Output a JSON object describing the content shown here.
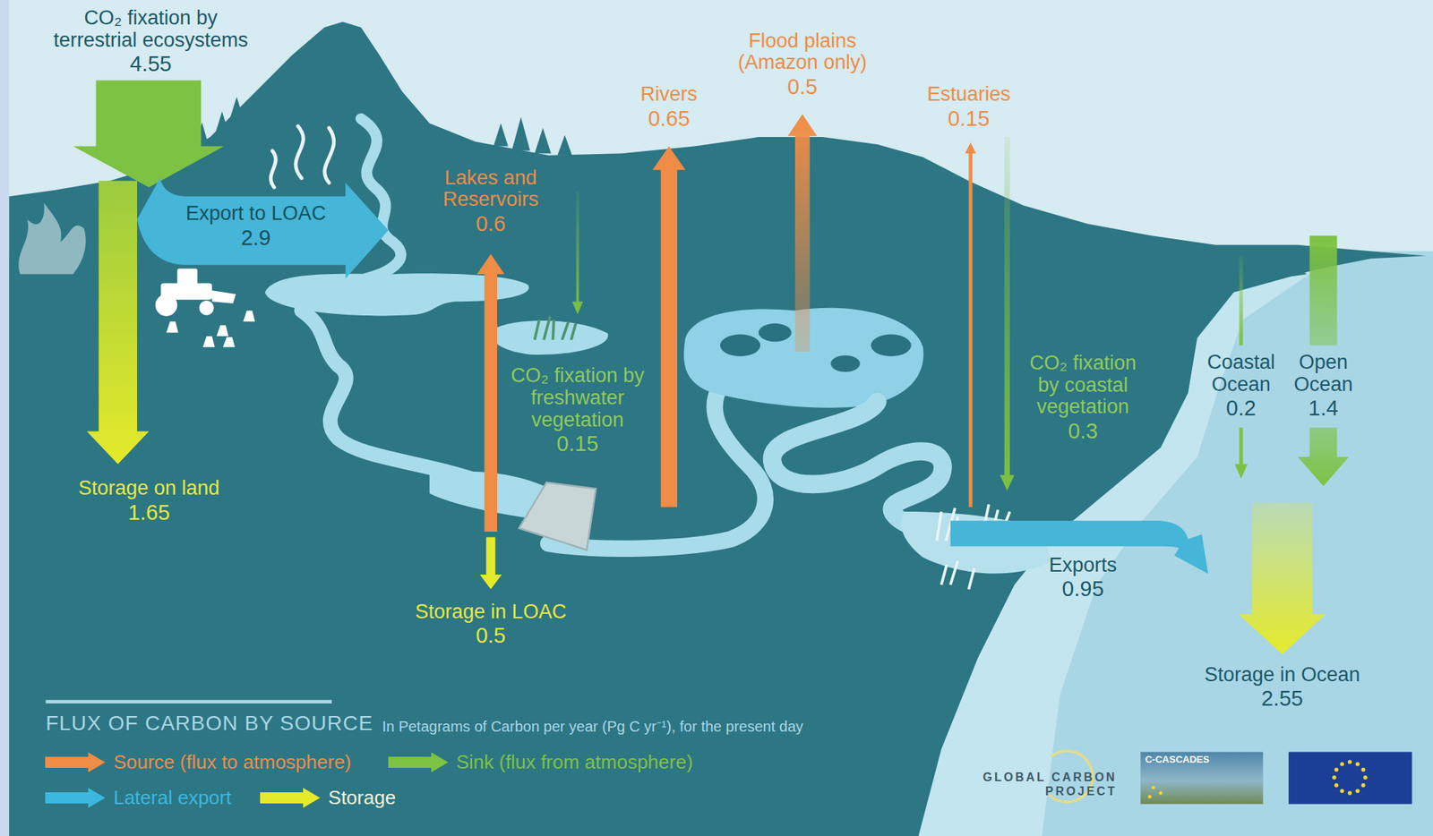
{
  "diagram": {
    "title": "FLUX OF CARBON BY SOURCE",
    "caption": "In Petagrams of Carbon per year (Pg C yr⁻¹), for the present day",
    "labels": [
      "CO₂ fixation by terrestrial ecosystems",
      "4.55",
      "Export to LOAC",
      "2.9",
      "Storage on land",
      "1.65",
      "Lakes and Reservoirs",
      "0.6",
      "CO₂ fixation by freshwater vegetation",
      "0.15",
      "Storage in LOAC",
      "0.5",
      "Rivers",
      "0.65",
      "Flood plains (Amazon only)",
      "0.5",
      "Estuaries",
      "0.15",
      "CO₂ fixation by coastal vegetation",
      "0.3",
      "Exports",
      "0.95",
      "Coastal Ocean",
      "0.2",
      "Open Ocean",
      "1.4",
      "Storage in Ocean",
      "2.55",
      "GLOBAL CARBON PROJECT",
      "C-CASCADES"
    ],
    "legend": [
      {
        "text": "Source (flux to atmosphere)",
        "color": "#f08c45"
      },
      {
        "text": "Sink (flux from atmosphere)",
        "color": "#7dc242"
      },
      {
        "text": "Lateral export",
        "color": "#3bb8e0"
      },
      {
        "text": "Storage",
        "color": "#e5ea2a"
      }
    ]
  }
}
